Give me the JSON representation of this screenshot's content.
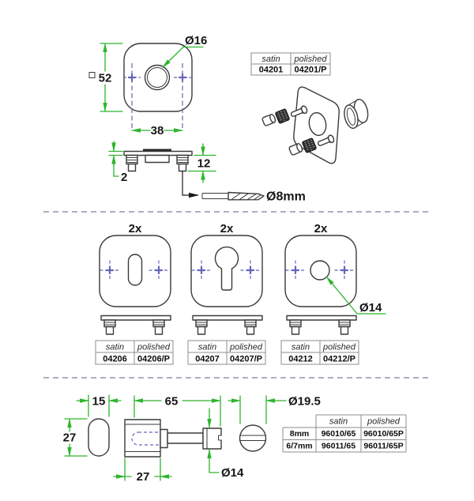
{
  "palette": {
    "line": "#3a3a3a",
    "dimension_green": "#2db52d",
    "centerline_blue": "#6464ba",
    "divider": "#9393ad",
    "table_border": "#8c8c8c",
    "background": "#ffffff"
  },
  "top": {
    "front": {
      "dia": "Ø16",
      "size": "52",
      "spacing": "38"
    },
    "side": {
      "thickness": "2",
      "depth": "12",
      "drill": "Ø8mm"
    },
    "table": {
      "headers": [
        "satin",
        "polished"
      ],
      "values": [
        "04201",
        "04201/P"
      ]
    }
  },
  "middle": {
    "qty": "2x",
    "dia": "Ø14",
    "tables": [
      {
        "headers": [
          "satin",
          "polished"
        ],
        "values": [
          "04206",
          "04206/P"
        ]
      },
      {
        "headers": [
          "satin",
          "polished"
        ],
        "values": [
          "04207",
          "04207/P"
        ]
      },
      {
        "headers": [
          "satin",
          "polished"
        ],
        "values": [
          "04212",
          "04212/P"
        ]
      }
    ]
  },
  "bottom": {
    "dims": {
      "knob_width": "15",
      "length": "65",
      "coin_dia": "Ø19.5",
      "knob_height": "27",
      "body_width": "27",
      "spindle_dia": "Ø14"
    },
    "table": {
      "headers": [
        "",
        "satin",
        "polished"
      ],
      "rows": [
        [
          "8mm",
          "96010/65",
          "96010/65P"
        ],
        [
          "6/7mm",
          "96011/65",
          "96011/65P"
        ]
      ]
    }
  }
}
